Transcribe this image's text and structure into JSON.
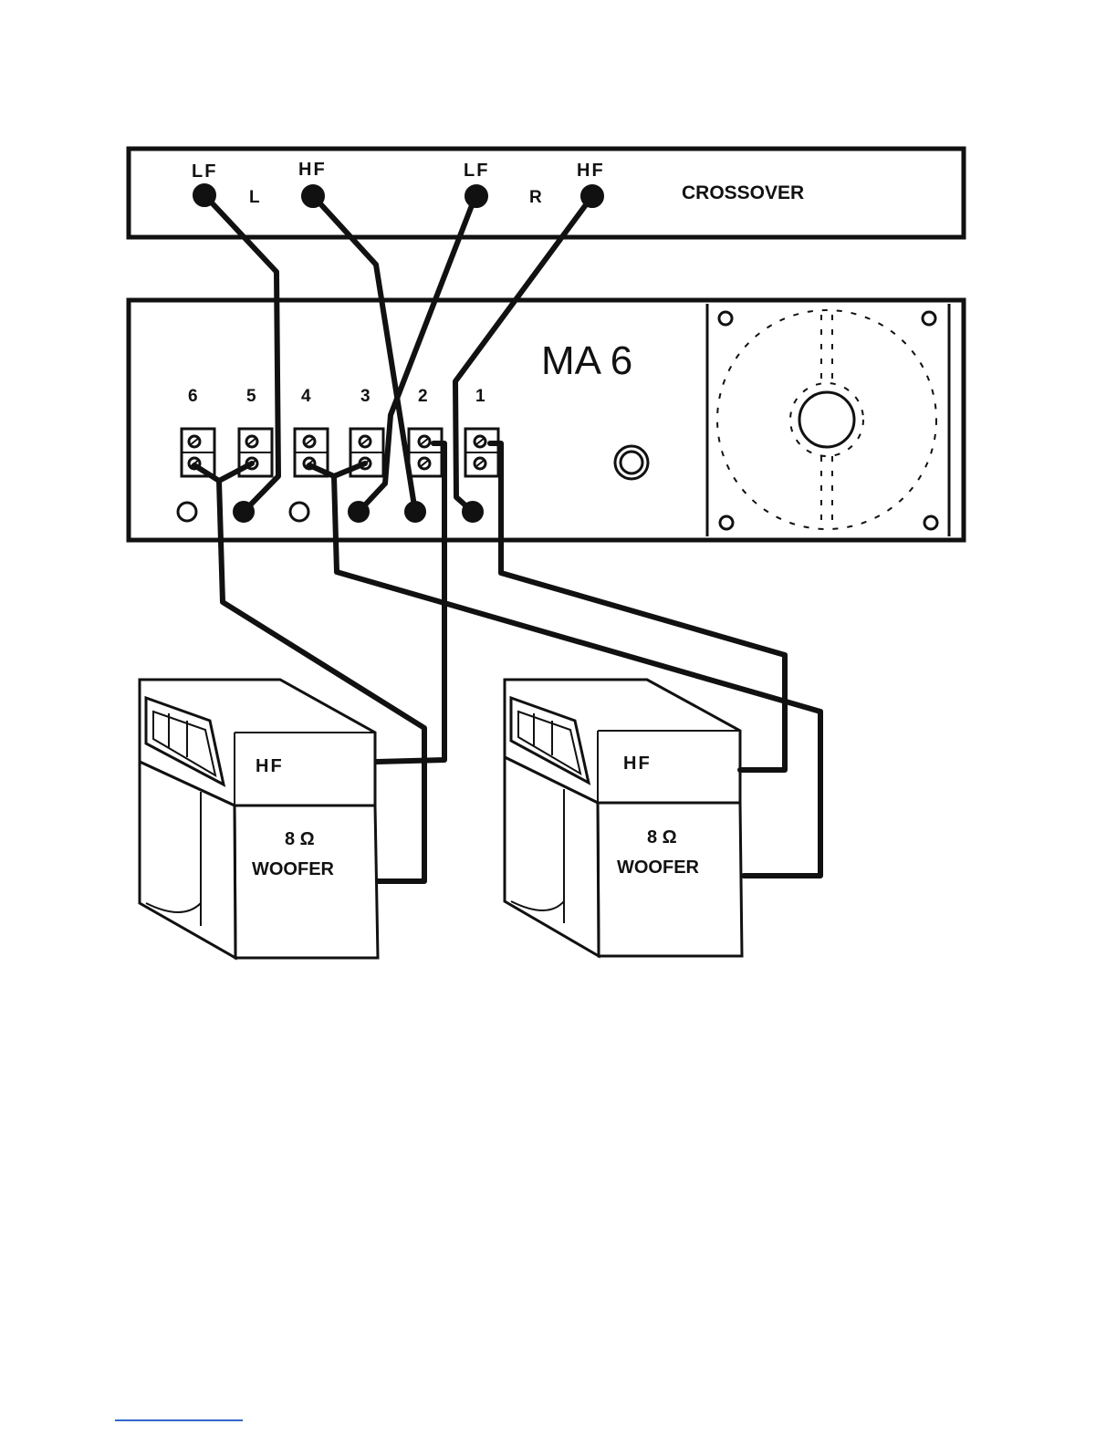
{
  "crossover": {
    "title": "CROSSOVER",
    "left_channel": "L",
    "right_channel": "R",
    "terminals": [
      "LF",
      "HF",
      "LF",
      "HF"
    ]
  },
  "amplifier": {
    "model": "MA 6",
    "channels": [
      "6",
      "5",
      "4",
      "3",
      "2",
      "1"
    ]
  },
  "speakers": [
    {
      "hf_label": "HF",
      "impedance": "8 Ω",
      "woofer_label": "WOOFER"
    },
    {
      "hf_label": "HF",
      "impedance": "8 Ω",
      "woofer_label": "WOOFER"
    }
  ]
}
